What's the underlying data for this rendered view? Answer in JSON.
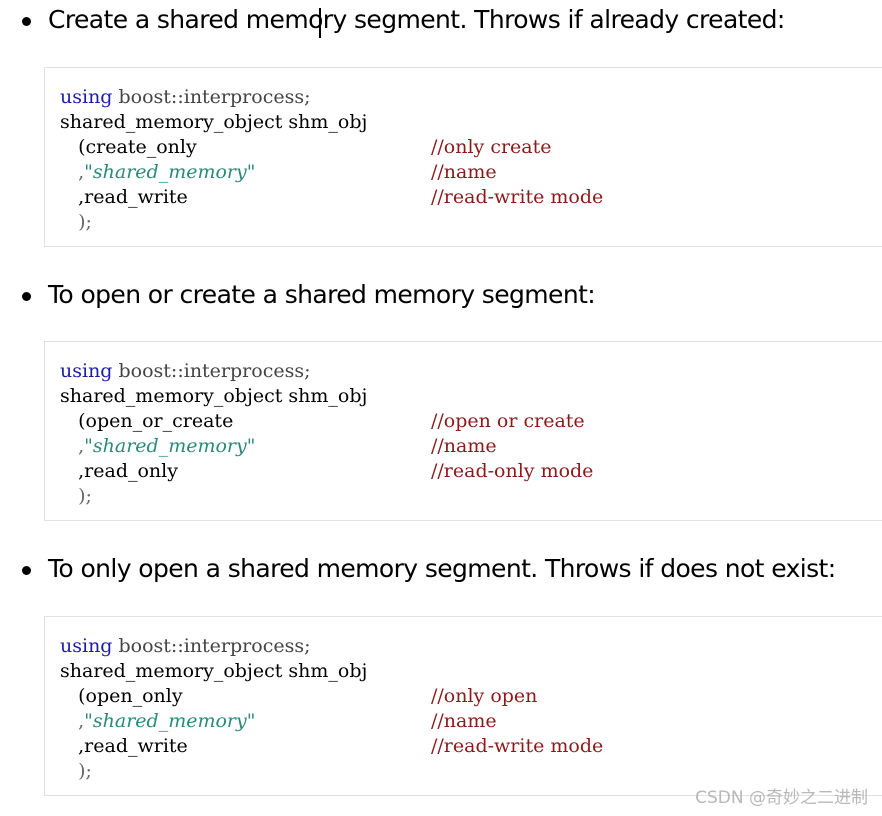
{
  "sections": [
    {
      "bullet": "Create a shared memory segment. Throws if already created:",
      "code": {
        "line1_keyword": "using",
        "line1_rest": " boost::interprocess;",
        "line2": "shared_memory_object shm_obj",
        "line3_code": "   (create_only",
        "line3_comment": "//only create",
        "line4_prefix": "   ,",
        "line4_string": "\"shared_memory\"",
        "line4_comment": "//name",
        "line5_code": "   ,read_write",
        "line5_comment": "//read-write mode",
        "line6": "   );"
      }
    },
    {
      "bullet": "To open or create a shared memory segment:",
      "code": {
        "line1_keyword": "using",
        "line1_rest": " boost::interprocess;",
        "line2": "shared_memory_object shm_obj",
        "line3_code": "   (open_or_create",
        "line3_comment": "//open or create",
        "line4_prefix": "   ,",
        "line4_string": "\"shared_memory\"",
        "line4_comment": "//name",
        "line5_code": "   ,read_only",
        "line5_comment": "//read-only mode",
        "line6": "   );"
      }
    },
    {
      "bullet": "To only open a shared memory segment. Throws if does not exist:",
      "code": {
        "line1_keyword": "using",
        "line1_rest": " boost::interprocess;",
        "line2": "shared_memory_object shm_obj",
        "line3_code": "   (open_only",
        "line3_comment": "//only open",
        "line4_prefix": "   ,",
        "line4_string": "\"shared_memory\"",
        "line4_comment": "//name",
        "line5_code": "   ,read_write",
        "line5_comment": "//read-write mode",
        "line6": "   );"
      }
    }
  ],
  "watermark": "CSDN @奇妙之二进制",
  "colors": {
    "keyword": "#1c1ca8",
    "string": "#2a8a7a",
    "comment": "#8b1a1a",
    "border": "#e1e1e1"
  }
}
